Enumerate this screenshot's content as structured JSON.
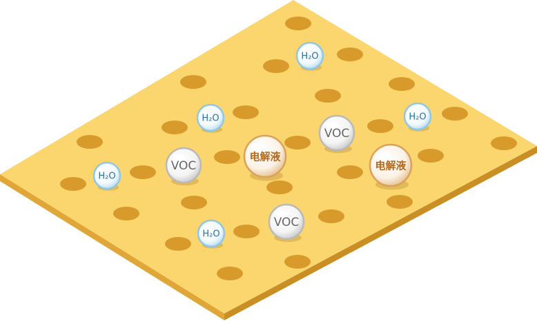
{
  "colors": {
    "membrane_top": "#fbd66f",
    "membrane_side": "#e2a83a",
    "pore": "#d99a2c",
    "water_ring": "#8fc7e4",
    "water_text": "#2d6f9c",
    "voc_ring": "#b9b9b9",
    "voc_text": "#666666",
    "electrolyte_ring": "#d9a15a",
    "electrolyte_text": "#b36a1e"
  },
  "molecules": {
    "water": {
      "label": "H₂O",
      "icon": "water-molecule-icon"
    },
    "voc": {
      "label": "VOC",
      "icon": "voc-molecule-icon"
    },
    "electrolyte": {
      "label": "电解液",
      "icon": "electrolyte-molecule-icon"
    }
  }
}
